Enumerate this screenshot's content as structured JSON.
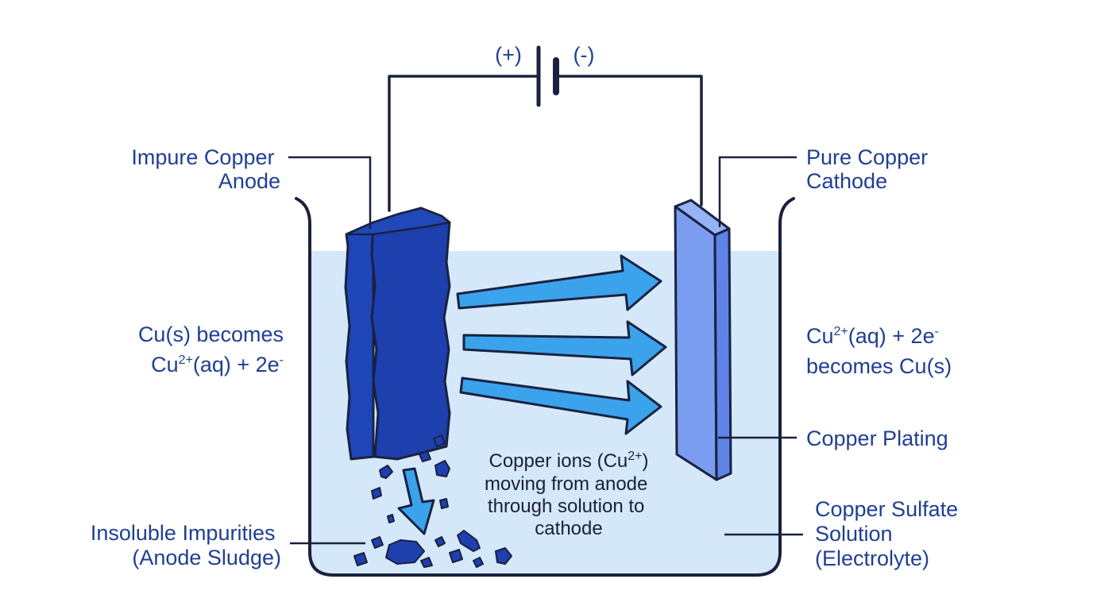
{
  "battery": {
    "positive_label": "(+)",
    "negative_label": "(-)"
  },
  "labels": {
    "anode": [
      "Impure Copper",
      "Anode"
    ],
    "cathode": [
      "Pure Copper",
      "Cathode"
    ],
    "anode_reaction_1": "Cu(s) becomes",
    "anode_reaction_2": {
      "pre": "Cu",
      "sup": "2+",
      "post": "(aq) + 2e",
      "sup2": "-"
    },
    "cathode_reaction_1": {
      "pre": "Cu",
      "sup": "2+",
      "post": "(aq) + 2e",
      "sup2": "-"
    },
    "cathode_reaction_2": "becomes Cu(s)",
    "plating": "Copper Plating",
    "electrolyte": [
      "Copper Sulfate",
      "Solution",
      "(Electrolyte)"
    ],
    "sludge": [
      "Insoluble Impurities",
      "(Anode Sludge)"
    ],
    "ions_line_1": {
      "pre": "Copper ions (Cu",
      "sup": "2+",
      "post": ")"
    },
    "ions_lines": [
      "moving from anode",
      "through solution to",
      "cathode"
    ]
  },
  "colors": {
    "solution": "#d4e8fa",
    "anode": "#1e3fae",
    "cathode": "#7b9df0",
    "arrow": "#3aa3ec",
    "outline": "#1a2140",
    "label": "#1f3f93"
  }
}
